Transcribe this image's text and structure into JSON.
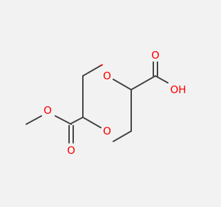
{
  "molecule": {
    "atoms": {
      "o_ring_top": "O",
      "o_ring_bottom": "O",
      "o_acid_carbonyl": "O",
      "oh_acid": "OH",
      "o_ester_carbonyl": "O",
      "o_ester_single": "O"
    },
    "colors": {
      "bond": "#404040",
      "oxygen": "#ff0000",
      "background": "#f2f2f2"
    }
  }
}
